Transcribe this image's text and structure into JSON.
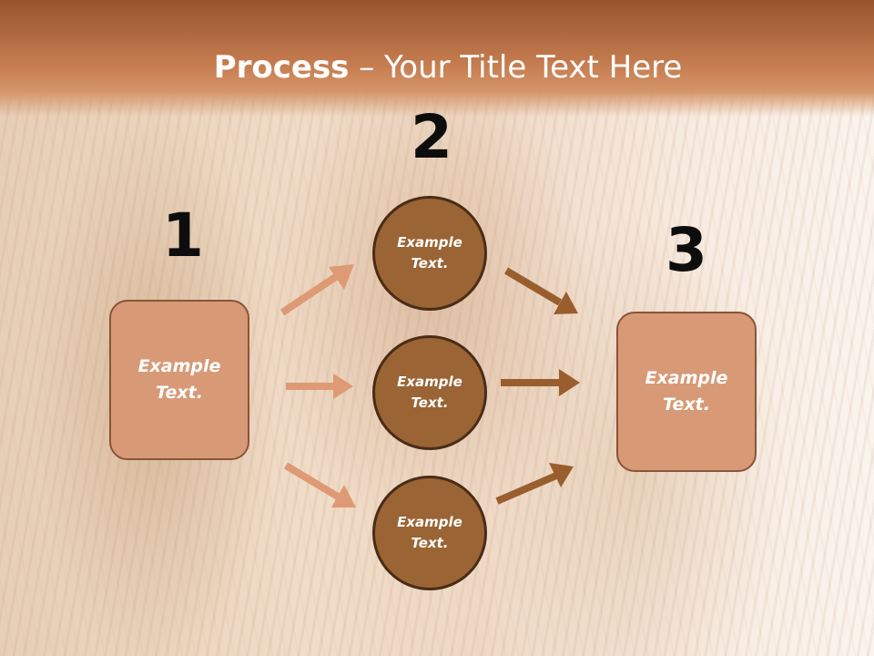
{
  "slide": {
    "title_bold": "Process",
    "title_rest": " – Your Title Text Here"
  },
  "steps": [
    {
      "number": "1"
    },
    {
      "number": "2"
    },
    {
      "number": "3"
    }
  ],
  "left_box": {
    "label": "Example Text."
  },
  "circles": [
    {
      "label": "Example Text."
    },
    {
      "label": "Example Text."
    },
    {
      "label": "Example Text."
    }
  ],
  "right_box": {
    "label": "Example Text."
  },
  "colors": {
    "header": "#c57c4f",
    "box_fill": "#d89a76",
    "box_border": "#8b5438",
    "circle_fill": "#9a6434",
    "circle_border": "#4a2c16",
    "arrow_light": "#dd9a74",
    "arrow_dark": "#9a5e2e"
  }
}
